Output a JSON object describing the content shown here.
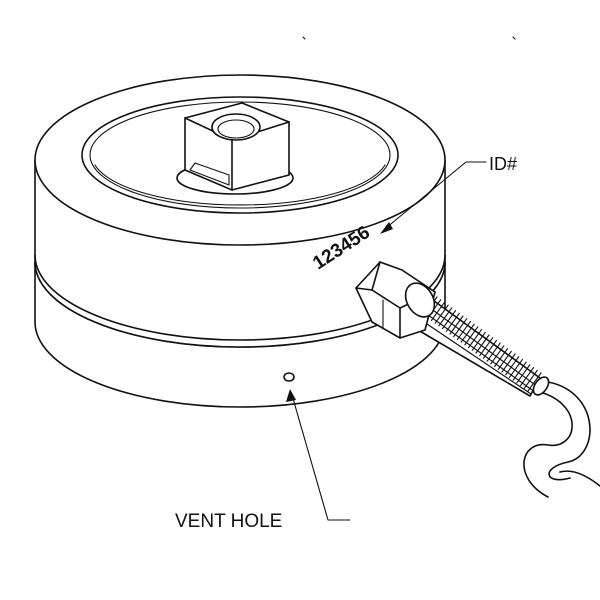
{
  "labels": {
    "id_callout": "ID#",
    "serial_number": "123456",
    "vent_hole_callout": "VENT HOLE"
  },
  "colors": {
    "line": "#111111",
    "background": "#ffffff"
  }
}
